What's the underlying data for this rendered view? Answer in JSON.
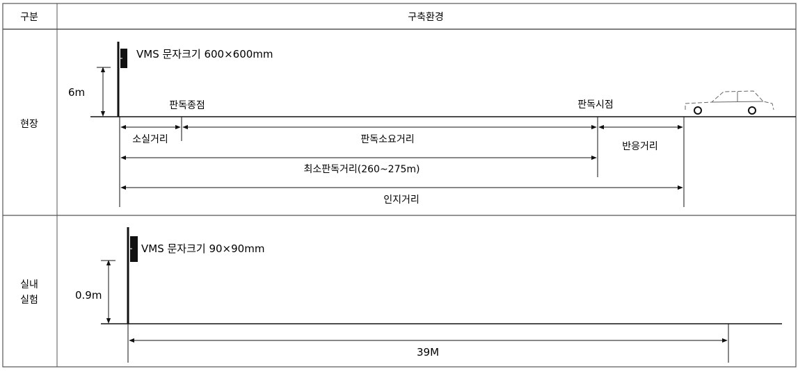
{
  "table": {
    "headers": {
      "category": "구분",
      "environment": "구축환경"
    },
    "rows": [
      {
        "label": "현장",
        "sign_label": "VMS 문자크기 600×600mm",
        "height_label": "6m",
        "annotations": {
          "end_point": "판독종점",
          "start_point": "판독시점"
        },
        "distances": {
          "vanish": "소실거리",
          "reading_required": "판독소요거리",
          "reaction": "반응거리",
          "min_reading": "최소판독거리(260~275m)",
          "recognition": "인지거리"
        }
      },
      {
        "label_line1": "실내",
        "label_line2": "실험",
        "sign_label": "VMS 문자크기 90×90mm",
        "height_label": "0.9m",
        "distance_label": "39M"
      }
    ]
  },
  "colors": {
    "line": "#111111",
    "grid": "#555555"
  }
}
